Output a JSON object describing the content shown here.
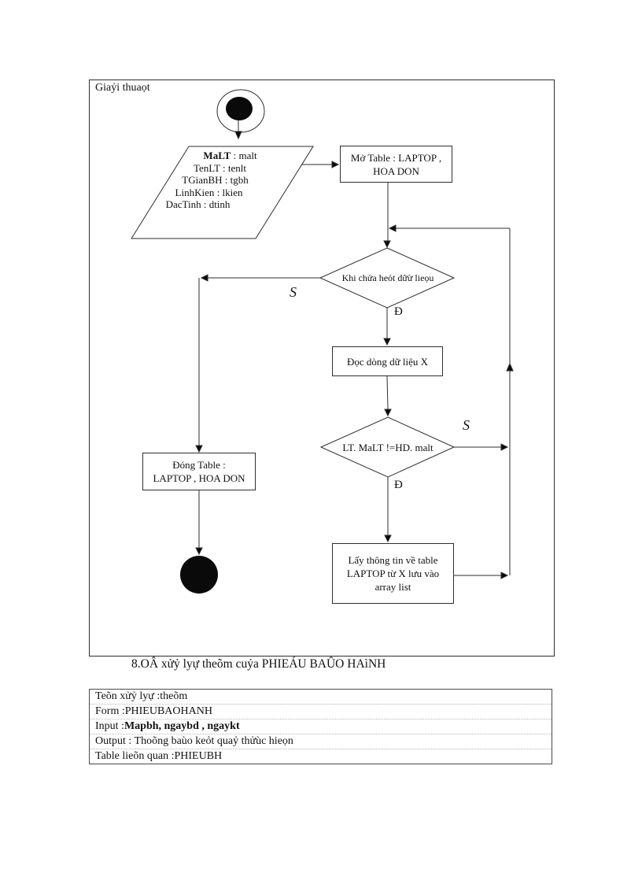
{
  "page": {
    "algorithm_label": "Giaỷi thuaọt",
    "caption": "8.OÂ xửỷ lyự theõm cuỷa PHIEÁU BAÛO HAìNH"
  },
  "colors": {
    "ink": "#111111",
    "background": "#ffffff"
  },
  "flowchart": {
    "input_node": {
      "line1_bold": "MaLT",
      "line1_rest": " : malt",
      "line2": "TenLT : tenlt",
      "line3": "TGianBH : tgbh",
      "line4": "LinhKien : lkien",
      "line5": "DacTinh : dtinh"
    },
    "open_table_node": {
      "line1": "Mở Table : LAPTOP ,",
      "line2": "HOA DON"
    },
    "loop_condition_node": {
      "text": "Khi chửa heỏt dữừ lieọu"
    },
    "read_row_node": {
      "text": "Đọc dòng dữ liệu X"
    },
    "compare_condition_node": {
      "text": "LT. MaLT !=HD. malt"
    },
    "collect_info_node": {
      "line1": "Lấy thông tin về table",
      "line2": "LAPTOP từ X lưu vào",
      "line3": "array list"
    },
    "close_table_node": {
      "line1": "Đóng Table :",
      "line2": "LAPTOP , HOA DON"
    },
    "branch_labels": {
      "loop_false": "S",
      "loop_true": "Đ",
      "compare_false": "S",
      "compare_true": "Đ"
    }
  },
  "info_table": {
    "rows": [
      {
        "text": "Teõn xửỷ lyự :theõm"
      },
      {
        "text": "Form :PHIEUBAOHANH"
      },
      {
        "prefix": "Input :",
        "bold_value": "Mapbh, ngaybd , ngaykt"
      },
      {
        "text": "Output : Thoõng baùo keỏt quaỷ thửùc hieọn"
      },
      {
        "text": "Table lieõn quan :PHIEUBH"
      }
    ]
  }
}
